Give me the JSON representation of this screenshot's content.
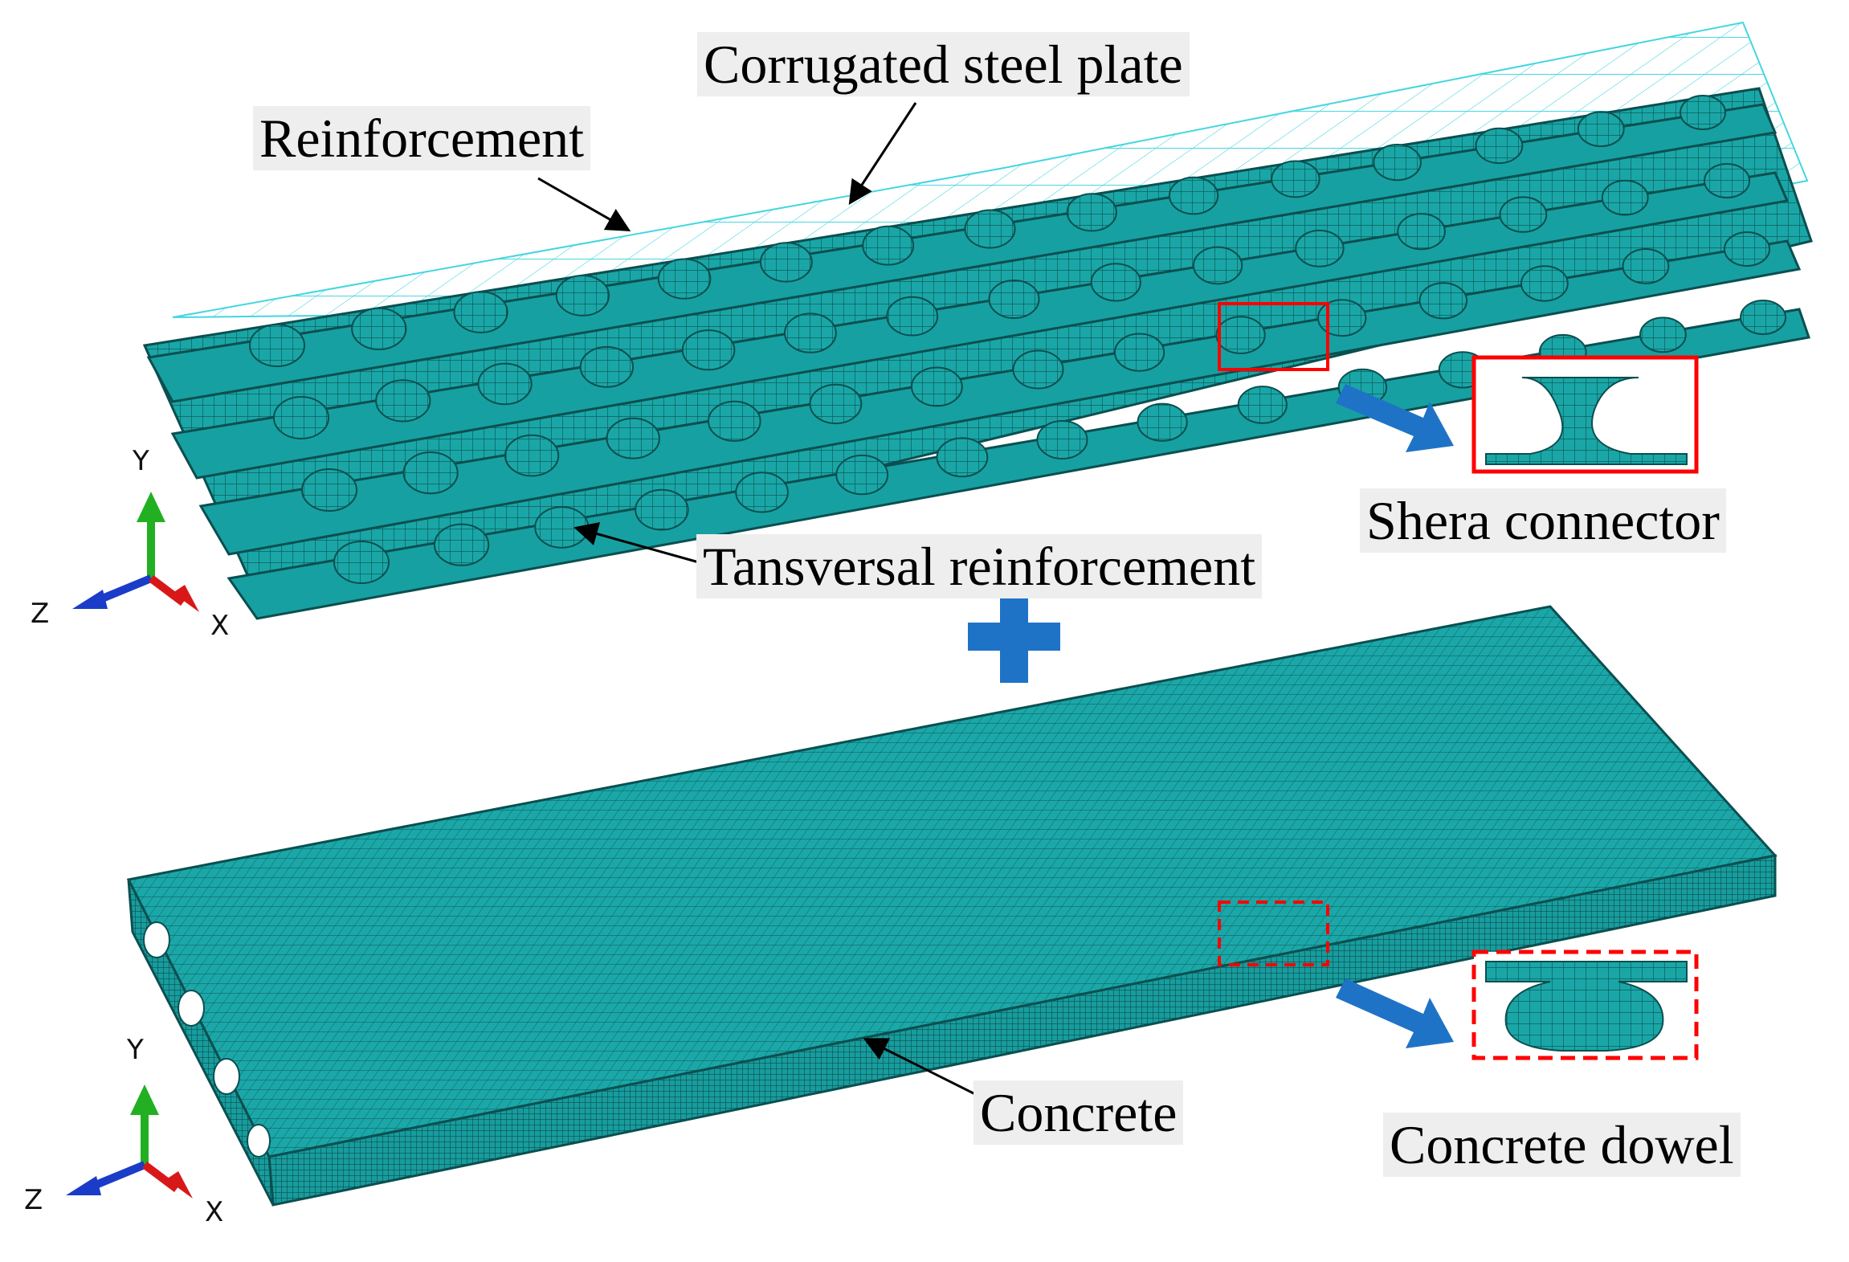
{
  "labels": {
    "corrugated_steel_plate": "Corrugated steel plate",
    "reinforcement": "Reinforcement",
    "tansversal_reinforcement": "Tansversal reinforcement",
    "shear_connector": "Shera connector",
    "concrete": "Concrete",
    "concrete_dowel": "Concrete dowel"
  },
  "axes": {
    "y": "Y",
    "x": "X",
    "z": "Z"
  },
  "colors": {
    "mesh_fill": "#1aa6a6",
    "mesh_line": "#0b4f50",
    "rebar": "#44d6e0",
    "highlight": "#ff0000",
    "arrow_blue": "#1f73c7",
    "axis_y": "#22b022",
    "axis_x": "#d81818",
    "axis_z": "#1a3cc8"
  },
  "icons": [
    "plus-icon",
    "blue-arrow-icon",
    "triad-icon"
  ]
}
